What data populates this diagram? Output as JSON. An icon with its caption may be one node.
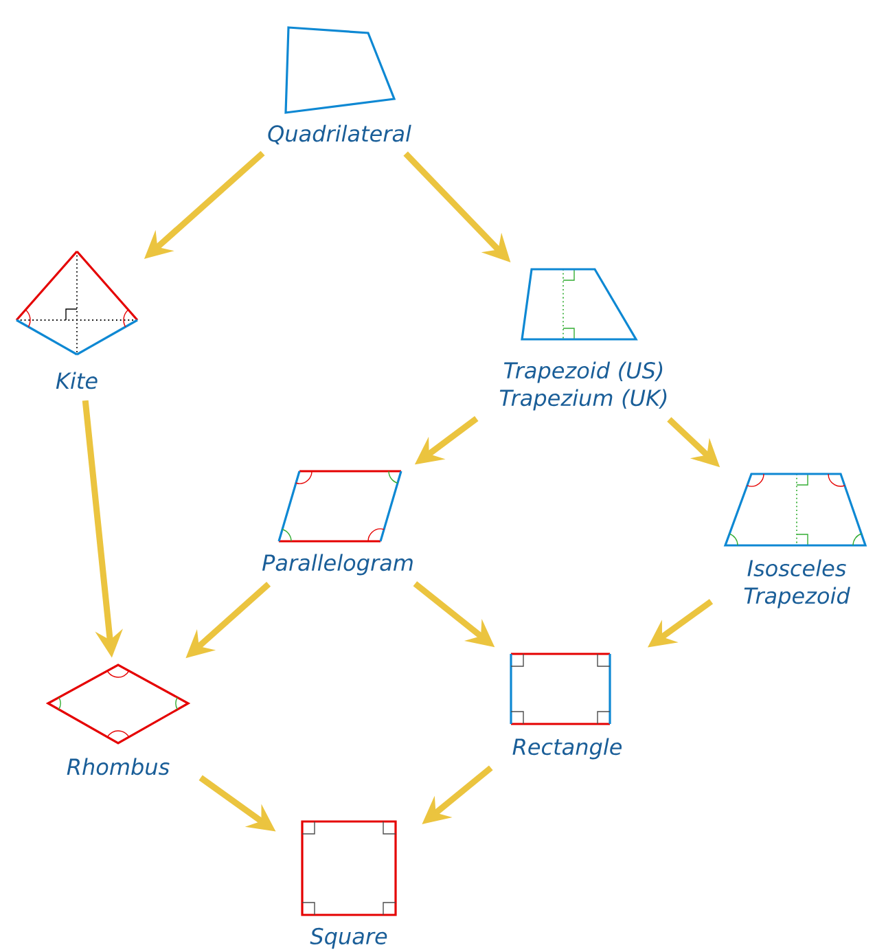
{
  "diagram": {
    "nodes": [
      {
        "text": [
          "Quadrilateral"
        ]
      },
      {
        "text": [
          "Kite"
        ]
      },
      {
        "text": [
          "Trapezoid (US) Trapezium (UK)"
        ]
      },
      {
        "text": [
          "Parallelogram"
        ]
      },
      {
        "text": [
          "Isosceles Trapezoid"
        ]
      },
      {
        "text": [
          "Rhombus"
        ]
      },
      {
        "text": [
          "Rectangle"
        ]
      },
      {
        "text": [
          "Square"
        ]
      }
    ],
    "edges": [
      {
        "from": 0,
        "to": 1,
        "arrow": "to"
      },
      {
        "from": 0,
        "to": 2,
        "arrow": "to"
      },
      {
        "from": 2,
        "to": 3,
        "arrow": "to"
      },
      {
        "from": 2,
        "to": 4,
        "arrow": "to"
      },
      {
        "from": 1,
        "to": 5,
        "arrow": "to"
      },
      {
        "from": 3,
        "to": 5,
        "arrow": "to"
      },
      {
        "from": 3,
        "to": 6,
        "arrow": "to"
      },
      {
        "from": 4,
        "to": 6,
        "arrow": "to"
      },
      {
        "from": 5,
        "to": 7,
        "arrow": "to"
      },
      {
        "from": 6,
        "to": 7,
        "arrow": "to"
      }
    ]
  }
}
